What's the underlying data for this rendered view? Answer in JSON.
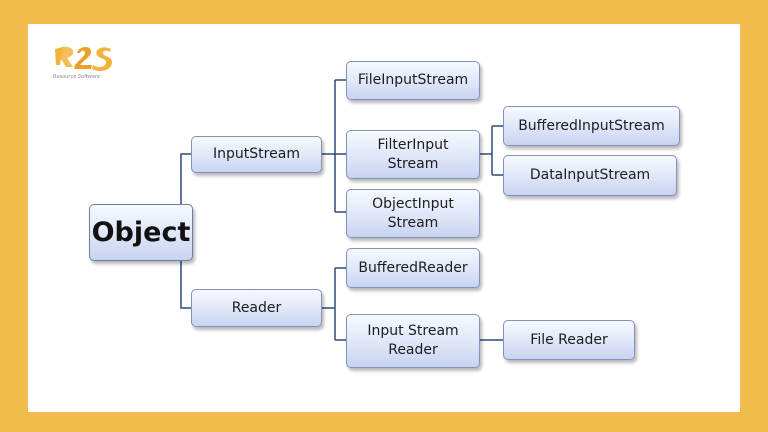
{
  "brand": {
    "logo_text": "R2S",
    "logo_subtitle": "Resource Software",
    "accent_color": "#f2bb4d"
  },
  "diagram": {
    "root": "Object",
    "input_stream": "InputStream",
    "file_input_stream": "FileInputStream",
    "filter_input_stream": {
      "line1": "FilterInput",
      "line2": "Stream"
    },
    "buffered_input_stream": "BufferedInputStream",
    "data_input_stream": "DataInputStream",
    "object_input_stream": {
      "line1": "ObjectInput",
      "line2": "Stream"
    },
    "reader": "Reader",
    "buffered_reader": "BufferedReader",
    "input_stream_reader": {
      "line1": "Input Stream",
      "line2": "Reader"
    },
    "file_reader": "File Reader"
  }
}
